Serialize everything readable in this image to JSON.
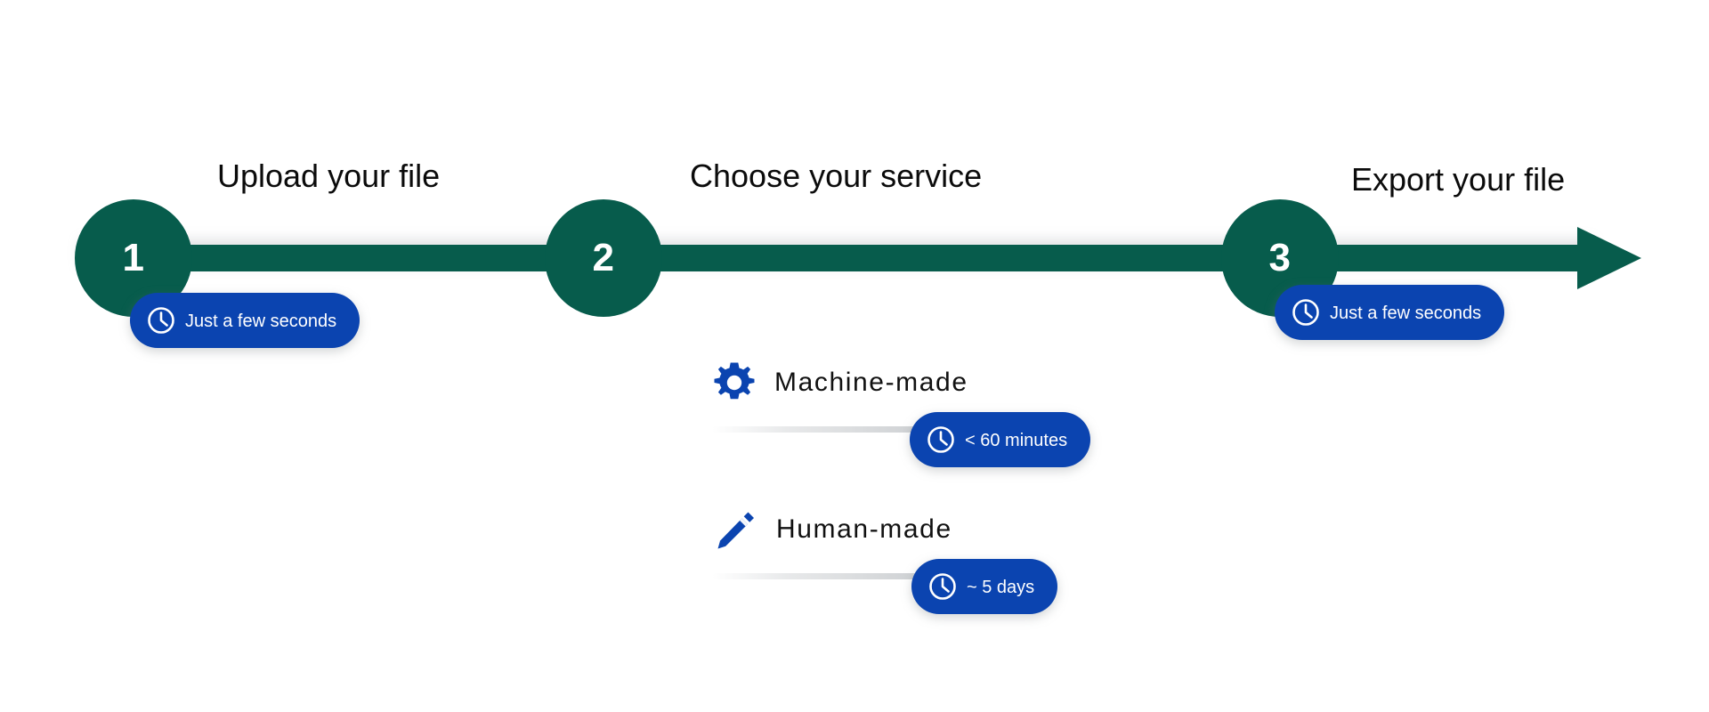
{
  "theme": {
    "background": "#ffffff",
    "arrow_green": "#075C4C",
    "pill_blue": "#0B44B0",
    "heading_text": "#0b0b0b",
    "pill_text": "#ffffff",
    "service_text": "#111111"
  },
  "timeline": {
    "steps": [
      {
        "number": "1",
        "heading": "Upload your file",
        "duration": "Just a few seconds"
      },
      {
        "number": "2",
        "heading": "Choose your service",
        "duration": null
      },
      {
        "number": "3",
        "heading": "Export your file",
        "duration": "Just a few seconds"
      }
    ]
  },
  "services": [
    {
      "icon": "gear-icon",
      "label": "Machine-made",
      "duration": "< 60 minutes"
    },
    {
      "icon": "pencil-icon",
      "label": "Human-made",
      "duration": "~ 5 days"
    }
  ],
  "icons": {
    "clock": "clock-icon",
    "gear": "gear-icon",
    "pencil": "pencil-icon",
    "arrow": "arrow-right-icon"
  }
}
